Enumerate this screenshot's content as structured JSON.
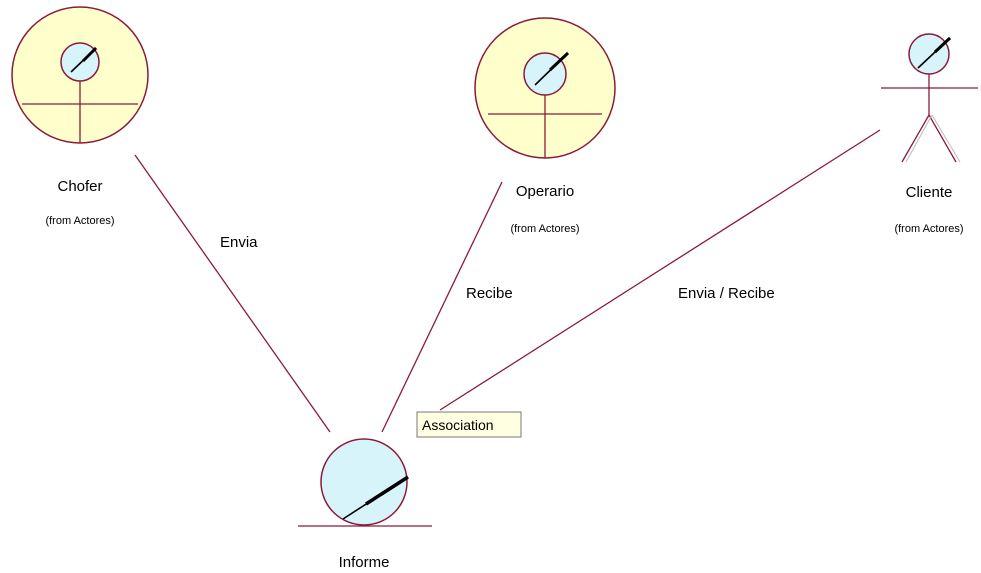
{
  "diagram": {
    "actors": [
      {
        "id": "chofer",
        "name": "Chofer",
        "from": "(from Actores)"
      },
      {
        "id": "operario",
        "name": "Operario",
        "from": "(from Actores)"
      },
      {
        "id": "cliente",
        "name": "Cliente",
        "from": "(from Actores)"
      }
    ],
    "entity": {
      "name": "Informe"
    },
    "associations": [
      {
        "label": "Envia"
      },
      {
        "label": "Recibe"
      },
      {
        "label": "Envia / Recibe"
      }
    ],
    "tooltip": "Association",
    "colors": {
      "line": "#8b1a3a",
      "actor_fill": "#ffffcc",
      "head_fill": "#d8f4fb",
      "tooltip_bg": "#ffffe1",
      "tooltip_border": "#7a7a7a"
    }
  }
}
